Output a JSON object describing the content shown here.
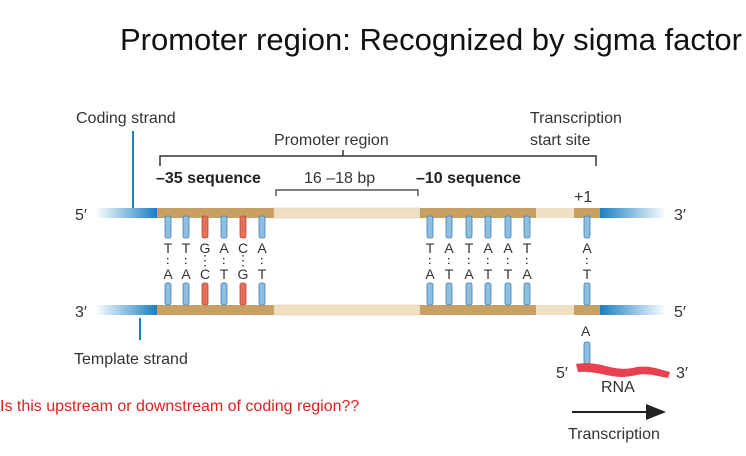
{
  "title": "Promoter region: Recognized by sigma factor",
  "question": "Is this upstream or downstream of coding region??",
  "labels": {
    "coding_strand": "Coding strand",
    "promoter_region": "Promoter region",
    "transcription_start_site_line1": "Transcription",
    "transcription_start_site_line2": "start site",
    "minus35": "–35 sequence",
    "spacer": "16 –18 bp",
    "minus10": "–10 sequence",
    "plus1": "+1",
    "top_5prime": "5′",
    "top_3prime": "3′",
    "bottom_3prime": "3′",
    "bottom_5prime": "5′",
    "template_strand": "Template strand",
    "rna": "RNA",
    "rna_5prime": "5′",
    "rna_3prime": "3′",
    "transcription": "Transcription"
  },
  "minus35_pairs": [
    {
      "top": "T",
      "bottom": "A"
    },
    {
      "top": "T",
      "bottom": "A"
    },
    {
      "top": "G",
      "bottom": "C"
    },
    {
      "top": "A",
      "bottom": "T"
    },
    {
      "top": "C",
      "bottom": "G"
    },
    {
      "top": "A",
      "bottom": "T"
    }
  ],
  "minus10_pairs": [
    {
      "top": "T",
      "bottom": "A"
    },
    {
      "top": "A",
      "bottom": "T"
    },
    {
      "top": "T",
      "bottom": "A"
    },
    {
      "top": "A",
      "bottom": "T"
    },
    {
      "top": "A",
      "bottom": "T"
    },
    {
      "top": "T",
      "bottom": "A"
    }
  ],
  "plus1_pair": {
    "top": "A",
    "bottom": "T"
  },
  "rna_base": "A",
  "colors": {
    "strand_blue": "#1a7fc1",
    "box_tan": "#c9a064",
    "spacer_beige": "#efe0c4",
    "at_pair": "#8fbfe0",
    "gc_pair": "#e5705a",
    "rna_red": "#e8404f",
    "question_red": "#e01e1e"
  }
}
